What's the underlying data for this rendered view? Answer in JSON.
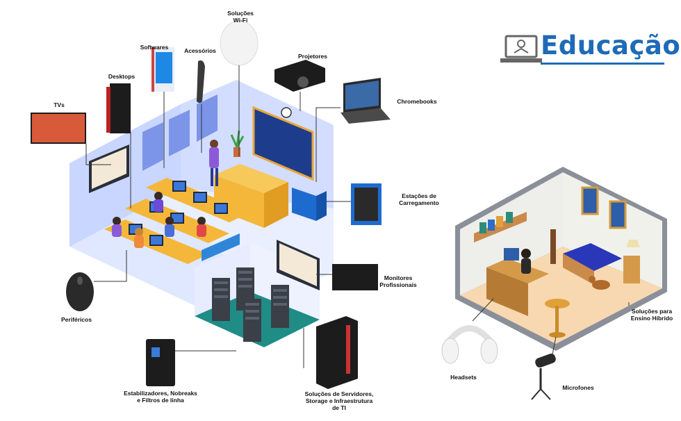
{
  "brand": {
    "title": "Educação",
    "icon": "laptop-book-icon",
    "color": "#1e6bb8"
  },
  "labels": {
    "wifi": "Soluções\nWi-Fi",
    "softwares": "Softwares",
    "acessorios": "Acessórios",
    "desktops": "Desktops",
    "projetores": "Projetores",
    "tvs": "TVs",
    "chromebooks": "Chromebooks",
    "estacoes": "Estações de\nCarregamento",
    "monitores": "Monitores\nProfissionais",
    "perifericos": "Periféricos",
    "estabilizadores": "Estabilizadores, Nobreaks\ne Filtros de linha",
    "servidores": "Soluções de Servidores,\nStorage e Infraestrutura\nde TI",
    "hibrido": "Soluções para\nEnsino Híbrido",
    "headsets": "Headsets",
    "microfones": "Microfones"
  },
  "colors": {
    "classroom_floor": "#e9efff",
    "classroom_wall": "#c9d6ff",
    "server_floor": "#1f8c86",
    "home_floor": "#f7d8b0",
    "home_wall": "#eeeeea",
    "chalkboard": "#1d3c8c",
    "desk": "#f4b73a"
  }
}
